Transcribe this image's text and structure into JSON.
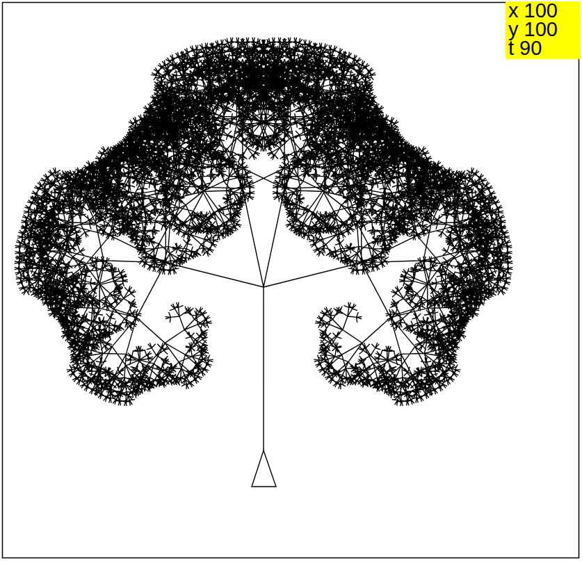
{
  "diagram": {
    "nodes": [
      {
        "text": [
          "x 100",
          "y 100",
          "t 90"
        ]
      }
    ]
  }
}
